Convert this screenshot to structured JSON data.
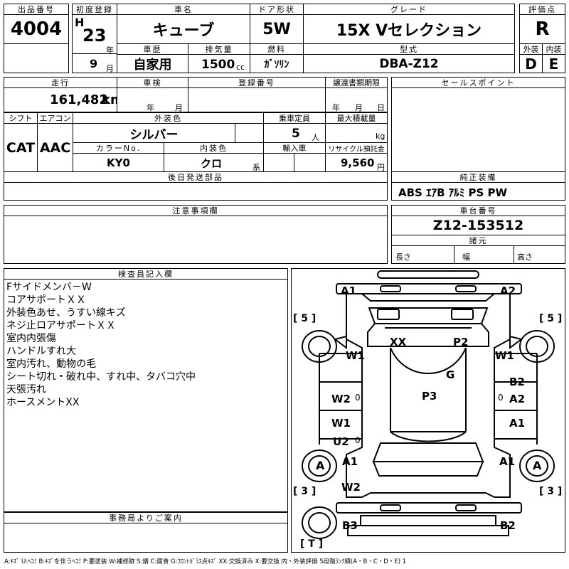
{
  "header_labels": {
    "lot_no": "出品番号",
    "first_reg": "初度登録",
    "car_name": "車名",
    "door": "ドア形状",
    "grade": "グレード",
    "score": "評価点",
    "history": "車歴",
    "displacement": "排気量",
    "fuel": "燃料",
    "model": "型式",
    "exterior": "外装",
    "interior": "内装"
  },
  "lot_no": "4004",
  "era": "H",
  "year": "23",
  "year_unit": "年",
  "month": "9",
  "month_unit": "月",
  "car_name": "キューブ",
  "door": "5W",
  "grade": "15X Vセレクション",
  "score": "R",
  "history": "自家用",
  "displacement": "1500",
  "cc": "cc",
  "fuel": "ｶﾞｿﾘﾝ",
  "model": "DBA-Z12",
  "ext_grade": "D",
  "int_grade": "E",
  "row2_labels": {
    "mileage": "走行",
    "inspection": "車検",
    "registration": "登録番号",
    "transfer": "譲渡書類期限",
    "sales": "セールスポイント",
    "year": "年",
    "month": "月",
    "day": "日"
  },
  "mileage": "161,482",
  "km": "km",
  "row3_labels": {
    "shift": "シフト",
    "ac": "エアコン",
    "color": "外装色",
    "capacity": "乗車定員",
    "max_load": "最大積載量",
    "color_no": "カラーNo.",
    "int_color": "内装色",
    "import": "輸入車",
    "recycle": "リサイクル預託金",
    "persons": "人",
    "kg": "kg",
    "kei": "系",
    "yen": "円"
  },
  "shift": "CAT",
  "ac": "AAC",
  "color": "シルバー",
  "capacity": "5",
  "color_no": "KY0",
  "int_color": "クロ",
  "recycle": "9,560",
  "later_parts": "後日発送部品",
  "genuine_equipment_label": "純正装備",
  "genuine_equipment": "ABS ｴｱB ｱﾙﾐ PS PW",
  "caution_label": "注意事項欄",
  "chassis_label": "車台番号",
  "chassis_no": "Z12-153512",
  "spec_label": "諸元",
  "dims": {
    "length": "長さ",
    "width": "幅",
    "height": "高さ"
  },
  "inspector_label": "検査員記入欄",
  "inspector_notes": [
    "Fサイドメンバ－W",
    "コアサポートＸＸ",
    "外装色あせ、うすい線キズ",
    "ネジ止ロアサポートＸＸ",
    "室内内張傷",
    "ハンドルすれ大",
    "室内汚れ、動物の毛",
    "シート切れ・破れ中、すれ中、タバコ穴中",
    "天張汚れ",
    "ホースメントXX"
  ],
  "office_label": "事務局よりご案内",
  "legend": "A:ｷｽﾞ U:ﾍｺﾐ B:ｷｽﾞを伴うﾍｺﾐ P:要塗装 W:補修跡 S:錆 C:腐食 G:ﾌﾛﾝﾄｶﾞﾗｽ点ｷｽﾞ XX:交換済み X:要交換 内・外装評価 5段階ﾗﾝｸ順(A・B・C・D・E) 1",
  "diagram_marks": {
    "a1_tl": "A1",
    "a2_tr": "A2",
    "bracket_l5": "[ 5 ]",
    "bracket_r5": "[ 5 ]",
    "xx": "XX",
    "p2": "P2",
    "w1_l": "W1",
    "w1_r": "W1",
    "g": "G",
    "b2_r": "B2",
    "w2_l": "W2",
    "zero_l": "0",
    "p3": "P3",
    "a2_r": "A2",
    "zero_r": "0",
    "w1_l2": "W1",
    "a1_r": "A1",
    "u2": "U2",
    "zero_l2": "0",
    "a_wheel_l": "A",
    "a1_l": "A1",
    "a1_r2": "A1",
    "a_wheel_r": "A",
    "bracket_l3": "[ 3 ]",
    "bracket_r3": "[ 3 ]",
    "w2_l2": "W2",
    "b3": "B3",
    "b2_b": "B2",
    "bracket_t": "[ T ]"
  }
}
